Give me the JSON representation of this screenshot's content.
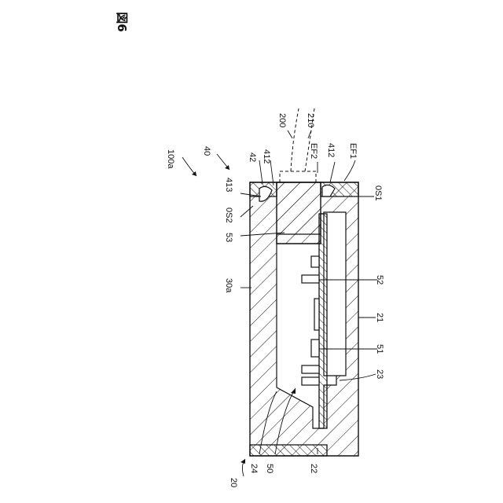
{
  "figure": {
    "title": "図6"
  },
  "labels": {
    "l100a": "100a",
    "l40": "40",
    "l42": "42",
    "l412a": "412",
    "l413": "413",
    "l0S2": "0S2",
    "l53": "53",
    "l30a": "30a",
    "l24": "24",
    "l50": "50",
    "l22": "22",
    "l20": "20",
    "l200": "200",
    "l210": "210",
    "lEF2": "EF2",
    "l412b": "412",
    "lEF1": "EF1",
    "l0S1": "0S1",
    "l52": "52",
    "l21": "21",
    "l51": "51",
    "l23": "23"
  }
}
